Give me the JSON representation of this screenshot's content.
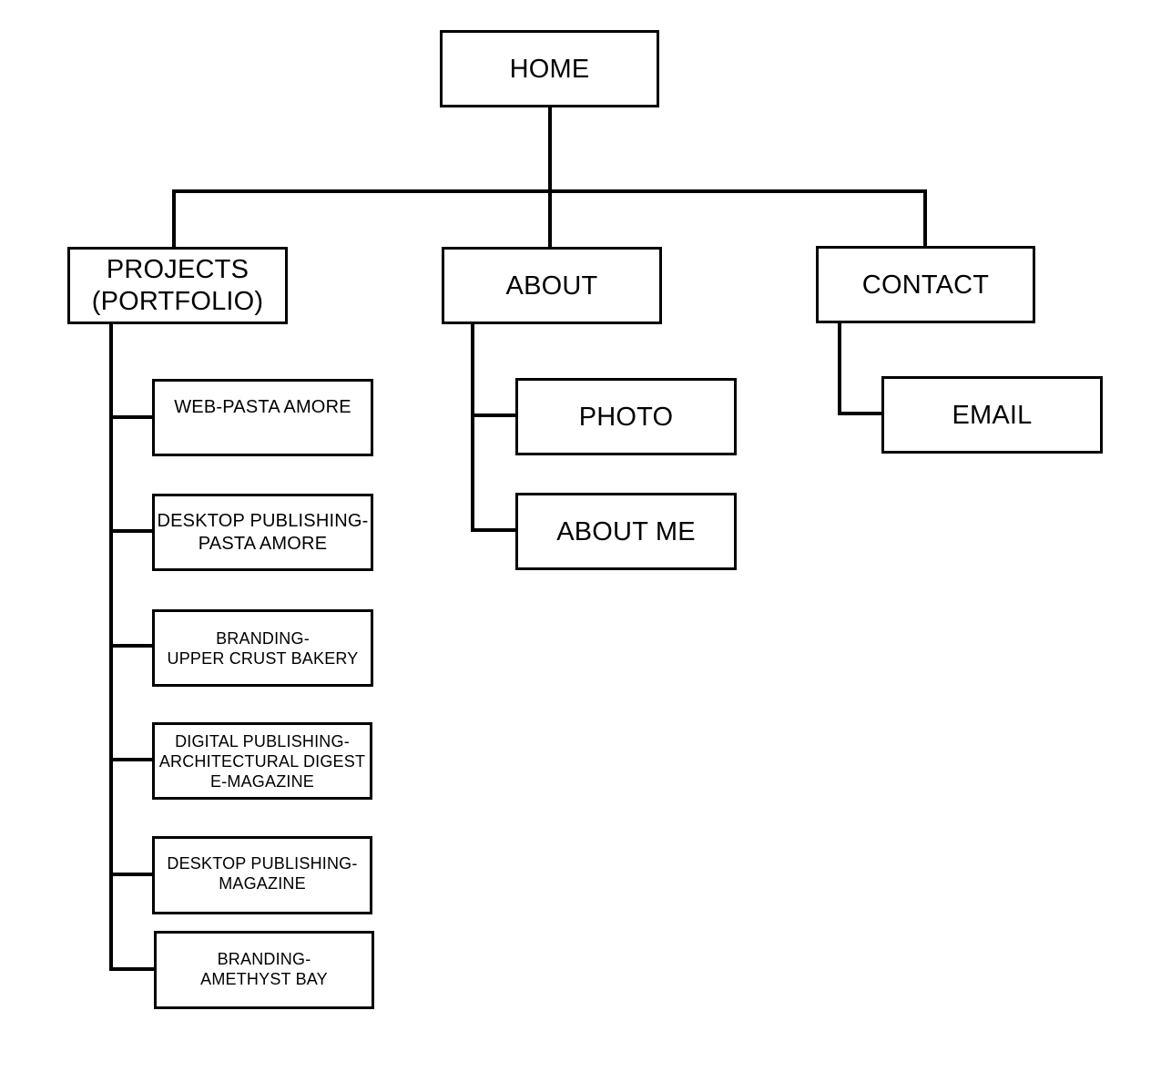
{
  "diagram": {
    "home": {
      "label": "HOME"
    },
    "projects": {
      "label": "PROJECTS\n(PORTFOLIO)"
    },
    "about": {
      "label": "ABOUT"
    },
    "contact": {
      "label": "CONTACT"
    },
    "project_items": [
      {
        "label": "WEB-PASTA AMORE"
      },
      {
        "label": "DESKTOP PUBLISHING-\nPASTA AMORE"
      },
      {
        "label": "BRANDING-\nUPPER CRUST BAKERY"
      },
      {
        "label": "DIGITAL PUBLISHING-\nARCHITECTURAL DIGEST\nE-MAGAZINE"
      },
      {
        "label": "DESKTOP PUBLISHING-\nMAGAZINE"
      },
      {
        "label": "BRANDING-\nAMETHYST BAY"
      }
    ],
    "about_items": [
      {
        "label": "PHOTO"
      },
      {
        "label": "ABOUT ME"
      }
    ],
    "contact_items": [
      {
        "label": "EMAIL"
      }
    ]
  }
}
